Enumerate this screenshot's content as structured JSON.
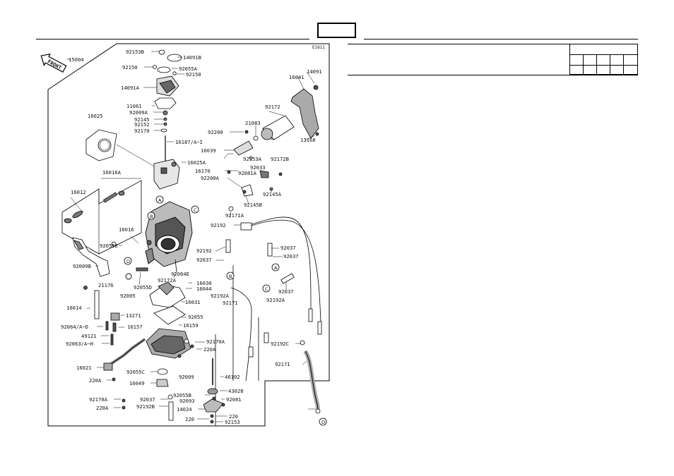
{
  "header": {
    "code_box_text": "",
    "figure_code": "E1611"
  },
  "front_marker": "FRONT",
  "frame_label": "15004",
  "parts": [
    {
      "id": "p92153B",
      "text": "92153B"
    },
    {
      "id": "p14091B",
      "text": "14091B"
    },
    {
      "id": "p92150a",
      "text": "92150"
    },
    {
      "id": "p92055A",
      "text": "92055A"
    },
    {
      "id": "p92150b",
      "text": "92150"
    },
    {
      "id": "p14091A",
      "text": "14091A"
    },
    {
      "id": "p11061",
      "text": "11061"
    },
    {
      "id": "p92009A",
      "text": "92009A"
    },
    {
      "id": "p92145",
      "text": "92145"
    },
    {
      "id": "p92152",
      "text": "92152"
    },
    {
      "id": "p92170",
      "text": "92170"
    },
    {
      "id": "p16025",
      "text": "16025"
    },
    {
      "id": "p16187",
      "text": "16187/A~I"
    },
    {
      "id": "p16025A",
      "text": "16025A"
    },
    {
      "id": "p16016A",
      "text": "16016A"
    },
    {
      "id": "p16012",
      "text": "16012"
    },
    {
      "id": "p16016",
      "text": "16016"
    },
    {
      "id": "p92055E",
      "text": "92055E"
    },
    {
      "id": "p92009B",
      "text": "92009B"
    },
    {
      "id": "p21176",
      "text": "21176"
    },
    {
      "id": "p92005",
      "text": "92005"
    },
    {
      "id": "p92055D",
      "text": "92055D"
    },
    {
      "id": "p92172A",
      "text": "92172A"
    },
    {
      "id": "p92064E",
      "text": "92064E"
    },
    {
      "id": "p16030",
      "text": "16030"
    },
    {
      "id": "p16044",
      "text": "16044"
    },
    {
      "id": "p16031",
      "text": "16031"
    },
    {
      "id": "p16014",
      "text": "16014"
    },
    {
      "id": "p13271",
      "text": "13271"
    },
    {
      "id": "p92055",
      "text": "92055"
    },
    {
      "id": "p16159",
      "text": "16159"
    },
    {
      "id": "p92064AD",
      "text": "92064/A~D"
    },
    {
      "id": "p16157",
      "text": "16157"
    },
    {
      "id": "p49121",
      "text": "49121"
    },
    {
      "id": "p92063AH",
      "text": "92063/A~H"
    },
    {
      "id": "p92170A",
      "text": "92170A"
    },
    {
      "id": "p220Aa",
      "text": "220A"
    },
    {
      "id": "p16021",
      "text": "16021"
    },
    {
      "id": "p92055C",
      "text": "92055C"
    },
    {
      "id": "p92009",
      "text": "92009"
    },
    {
      "id": "p220Ab",
      "text": "220A"
    },
    {
      "id": "p16049",
      "text": "16049"
    },
    {
      "id": "p46102",
      "text": "46102"
    },
    {
      "id": "p92055B",
      "text": "92055B"
    },
    {
      "id": "p43028",
      "text": "43028"
    },
    {
      "id": "p92037a",
      "text": "92037"
    },
    {
      "id": "p92093",
      "text": "92093"
    },
    {
      "id": "p92081",
      "text": "92081"
    },
    {
      "id": "p92170Ab",
      "text": "92170A"
    },
    {
      "id": "p92192B",
      "text": "92192B"
    },
    {
      "id": "p14024",
      "text": "14024"
    },
    {
      "id": "p220Ac",
      "text": "220A"
    },
    {
      "id": "p220a",
      "text": "220"
    },
    {
      "id": "p220b",
      "text": "220"
    },
    {
      "id": "p92153",
      "text": "92153"
    },
    {
      "id": "p14091",
      "text": "14091"
    },
    {
      "id": "p16041",
      "text": "16041"
    },
    {
      "id": "p92172",
      "text": "92172"
    },
    {
      "id": "p92200",
      "text": "92200"
    },
    {
      "id": "p21083",
      "text": "21083"
    },
    {
      "id": "p16039",
      "text": "16039"
    },
    {
      "id": "p92153A",
      "text": "92153A"
    },
    {
      "id": "p13168",
      "text": "13168"
    },
    {
      "id": "p92033",
      "text": "92033"
    },
    {
      "id": "p92172B",
      "text": "92172B"
    },
    {
      "id": "p16170",
      "text": "16170"
    },
    {
      "id": "p92081A",
      "text": "92081A"
    },
    {
      "id": "p92200A",
      "text": "92200A"
    },
    {
      "id": "p92145A",
      "text": "92145A"
    },
    {
      "id": "p92145B",
      "text": "92145B"
    },
    {
      "id": "p92171A",
      "text": "92171A"
    },
    {
      "id": "p92192a",
      "text": "92192"
    },
    {
      "id": "p92192b",
      "text": "92192"
    },
    {
      "id": "p92037b",
      "text": "92037"
    },
    {
      "id": "p92037c",
      "text": "92037"
    },
    {
      "id": "p92037d",
      "text": "92037"
    },
    {
      "id": "p92192A",
      "text": "92192A"
    },
    {
      "id": "p92037e",
      "text": "92037"
    },
    {
      "id": "p92192Ab",
      "text": "92192A"
    },
    {
      "id": "p92171a",
      "text": "92171"
    },
    {
      "id": "p92192C",
      "text": "92192C"
    },
    {
      "id": "p92171b",
      "text": "92171"
    }
  ],
  "ref_markers": [
    "A",
    "B",
    "C",
    "D",
    "A",
    "B",
    "C",
    "D"
  ]
}
